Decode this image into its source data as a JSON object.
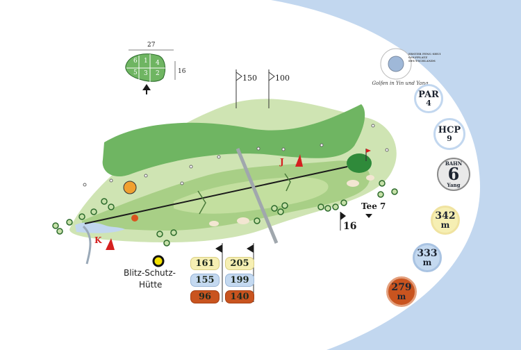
{
  "colors": {
    "water": "#c2d7ef",
    "rough": "#cfe4b3",
    "fairway": "#a8cf86",
    "fairway_light": "#c3df9f",
    "green": "#6fb562",
    "dark_green": "#2f8a3a",
    "tree_outline": "#2b6a2b",
    "bunker": "#f3e6d2",
    "hazard_red": "#d52020",
    "dist_yellow": "#f6efb3",
    "dist_blue": "#c4d9f0",
    "dist_red": "#c9541f"
  },
  "green_diagram": {
    "width": "27",
    "depth": "16",
    "zones": [
      "6",
      "1",
      "4",
      "5",
      "3",
      "2"
    ]
  },
  "markers": {
    "m150": "150",
    "m100": "100",
    "tee": "Tee 7",
    "hole16": "16",
    "j": "J",
    "k": "K"
  },
  "logo": {
    "arc_text": "ERSTER FENG SHUI GOLFPLATZ DEUTSCHLANDS",
    "caption": "Golfen in Yin und Yang"
  },
  "info": {
    "par_label": "PAR",
    "par": "4",
    "hcp_label": "HCP",
    "hcp": "9",
    "bahn_label": "BAHN",
    "bahn": "6",
    "bahn_sub": "Yang",
    "len_yellow": "342",
    "len_blue": "333",
    "len_red": "279",
    "unit": "m"
  },
  "shelter": {
    "line1": "Blitz-Schutz-",
    "line2": "Hütte"
  },
  "distances": {
    "left": [
      "161",
      "155",
      "96"
    ],
    "right": [
      "205",
      "199",
      "140"
    ]
  }
}
